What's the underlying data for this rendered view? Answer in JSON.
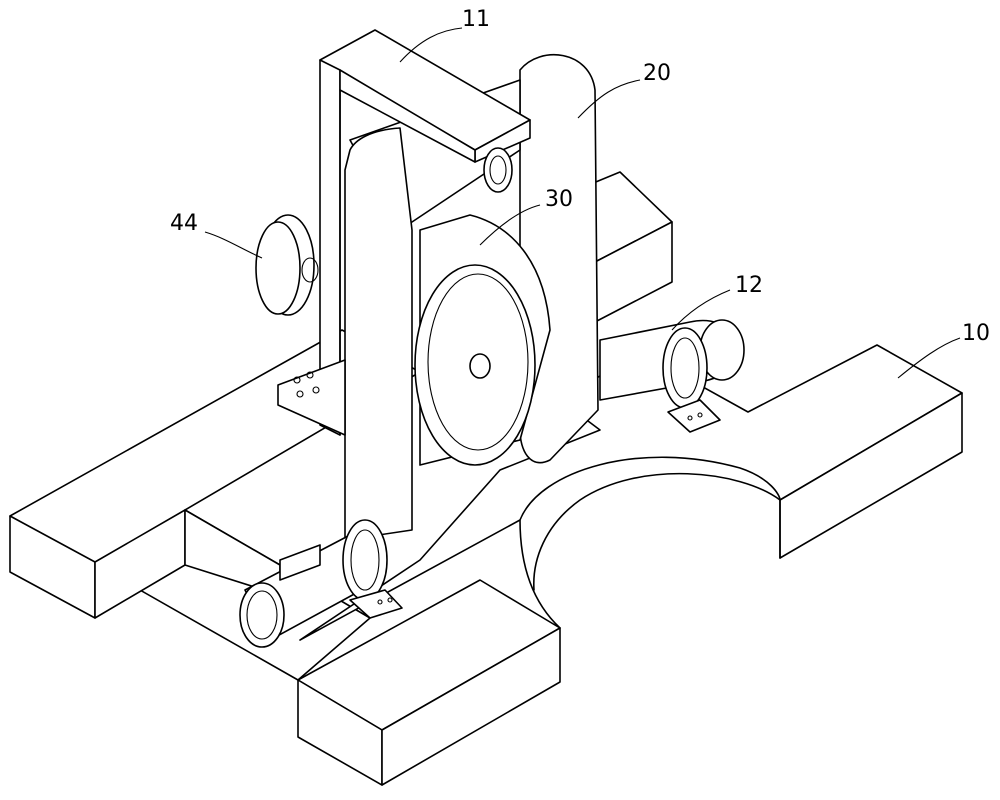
{
  "figure": {
    "line_color": "#000000",
    "background": "#ffffff",
    "labels": {
      "frame": "11",
      "pipe": "20",
      "wheel": "30",
      "hand_wheel": "44",
      "support_clamp": "12",
      "base": "10"
    }
  }
}
